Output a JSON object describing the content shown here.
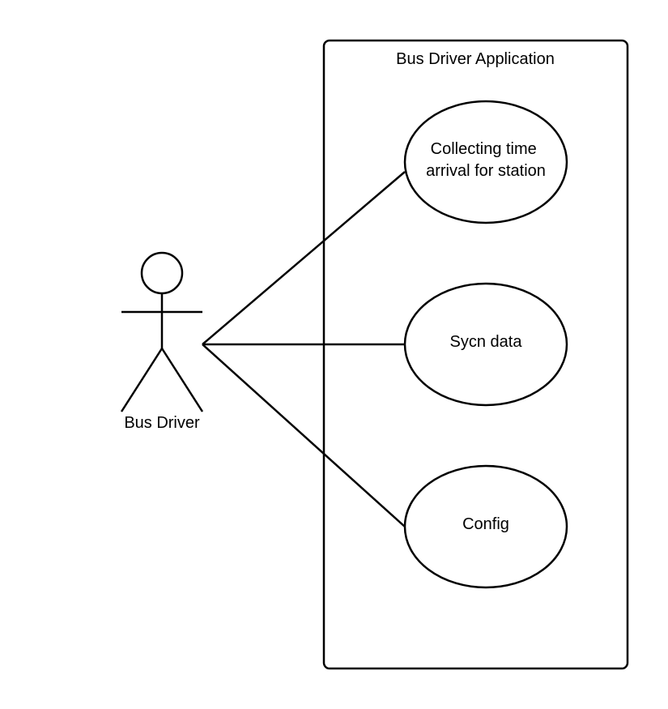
{
  "system": {
    "title": "Bus Driver Application"
  },
  "actor": {
    "label": "Bus Driver"
  },
  "use_cases": [
    {
      "lines": [
        "Collecting time",
        "arrival for station"
      ]
    },
    {
      "lines": [
        "Sycn data"
      ]
    },
    {
      "lines": [
        "Config"
      ]
    }
  ]
}
